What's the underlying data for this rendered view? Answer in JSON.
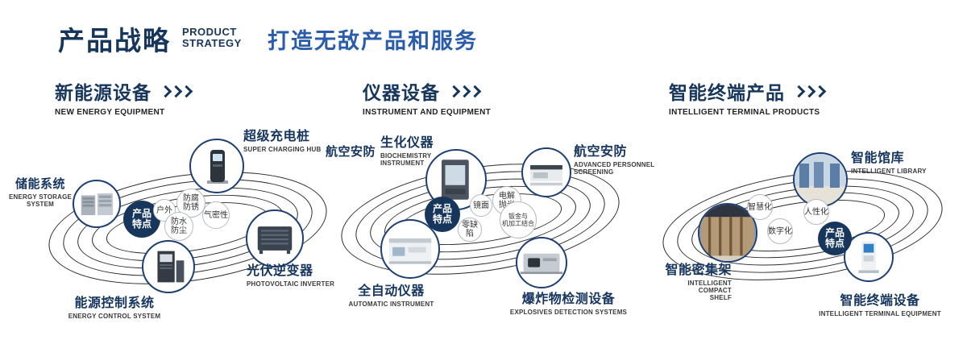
{
  "colors": {
    "navy": "#16365c",
    "blue": "#2a5caa",
    "ring": "#2b2b2b"
  },
  "header": {
    "title": "产品战略",
    "subtitle_line1": "PRODUCT",
    "subtitle_line2": "STRATEGY",
    "tagline": "打造无敌产品和服务"
  },
  "badge_label": "产品\n特点",
  "sections": [
    {
      "title": "新能源设备",
      "subtitle": "NEW ENERGY EQUIPMENT",
      "items": [
        {
          "zh": "储能系统",
          "en": "ENERGY STORAGE\nSYSTEM"
        },
        {
          "zh": "超级充电桩",
          "en": "SUPER CHARGING HUB"
        },
        {
          "zh": "光伏逆变器",
          "en": "PHOTOVOLTAIC INVERTER"
        },
        {
          "zh": "能源控制系统",
          "en": "ENERGY CONTROL SYSTEM"
        }
      ],
      "features": [
        "户外",
        "防腐\n防锈",
        "气密性",
        "防水\n防尘"
      ]
    },
    {
      "title": "仪器设备",
      "subtitle": "INSTRUMENT AND EQUIPMENT",
      "extra_label": "航空安防",
      "items": [
        {
          "zh": "生化仪器",
          "en": "BIOCHEMISTRY\nINSTRUMENT"
        },
        {
          "zh": "航空安防",
          "en": "ADVANCED PERSONNEL\nSCREENING"
        },
        {
          "zh": "全自动仪器",
          "en": "AUTOMATIC INSTRUMENT"
        },
        {
          "zh": "爆炸物检测设备",
          "en": "EXPLOSIVES DETECTION SYSTEMS"
        }
      ],
      "features": [
        "镜面",
        "电解\n抛光",
        "零缺陷",
        "钣金与\n机加工结合"
      ]
    },
    {
      "title": "智能终端产品",
      "subtitle": "INTELLIGENT TERMINAL PRODUCTS",
      "items": [
        {
          "zh": "智能馆库",
          "en": "INTELLIGENT LIBRARY"
        },
        {
          "zh": "智能密集架",
          "en": "INTELLIGENT COMPACT\nSHELF"
        },
        {
          "zh": "智能终端设备",
          "en": "INTELLIGENT TERMINAL EQUIPMENT"
        }
      ],
      "features": [
        "智慧化",
        "人性化",
        "数字化"
      ]
    }
  ]
}
